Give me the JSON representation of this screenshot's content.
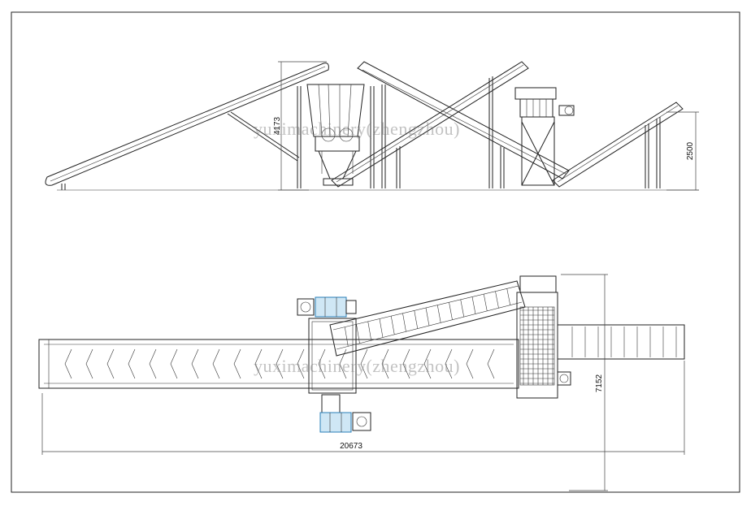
{
  "watermark_side": "yuximachinery(zhengzhou)",
  "watermark_plan": "yuximachinery(zhengzhou)",
  "dimensions": {
    "height_left": "4173",
    "height_right": "2500",
    "overall_length": "20673",
    "overall_width": "7152"
  },
  "colors": {
    "line": "#222222",
    "motor_accent": "#2a7fb8"
  }
}
